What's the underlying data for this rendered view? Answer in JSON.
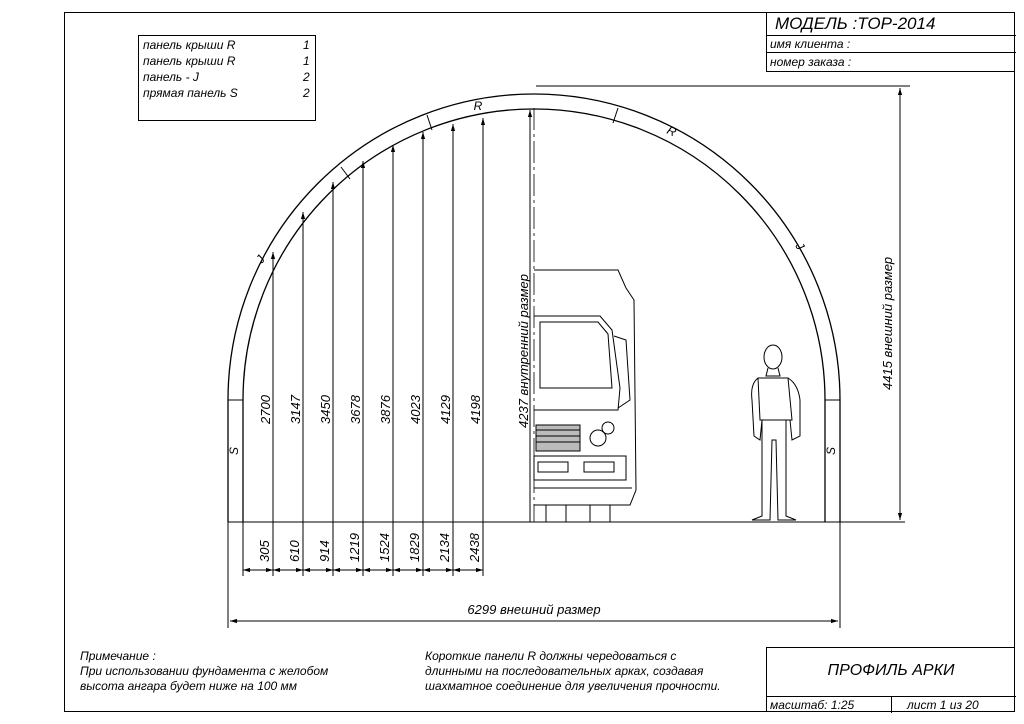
{
  "title_block": {
    "model": "МОДЕЛЬ :TOP-2014",
    "client_label": "имя клиента :",
    "order_label": "номер заказа :"
  },
  "legend": [
    {
      "name": "панель крыши R",
      "count": "1"
    },
    {
      "name": "панель крыши R",
      "count": "1"
    },
    {
      "name": "панель - J",
      "count": "2"
    },
    {
      "name": "прямая панель S",
      "count": "2"
    }
  ],
  "panel_labels": {
    "r_top": "R",
    "r_right": "R",
    "j_left": "J",
    "j_right": "J",
    "s_left": "S",
    "s_right": "S"
  },
  "heights": [
    "2700",
    "3147",
    "3450",
    "3678",
    "3876",
    "4023",
    "4129",
    "4198"
  ],
  "offsets": [
    "305",
    "610",
    "914",
    "1219",
    "1524",
    "1829",
    "2134",
    "2438"
  ],
  "inner_height": "4237 внутренний размер",
  "outer_height": "4415 внешний размер",
  "outer_width": "6299 внешний размер",
  "note": {
    "title": "Примечание :",
    "line1": "При использовании фундамента с желобом",
    "line2": "высота ангара будет ниже на  100 мм"
  },
  "panel_note": {
    "line1": "Короткие панели  R  должны чередоваться с",
    "line2": "длинными на последовательных арках, создавая",
    "line3": "шахматное соединение для увеличения прочности."
  },
  "profile": {
    "title": "ПРОФИЛЬ АРКИ",
    "scale": "масштаб: 1:25",
    "sheet": "лист  1  из  20"
  }
}
